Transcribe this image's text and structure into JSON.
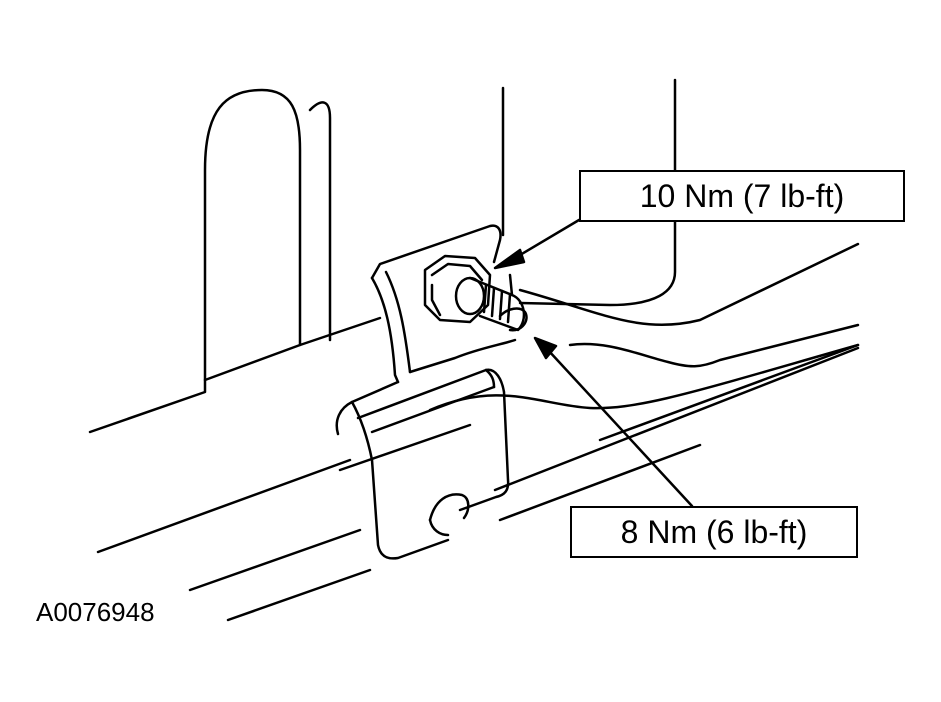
{
  "labels": {
    "upper_torque": "10 Nm (7 lb-ft)",
    "lower_torque": "8 Nm (6 lb-ft)",
    "figure_id": "A0076948"
  },
  "colors": {
    "line": "#000000",
    "background": "#ffffff"
  }
}
